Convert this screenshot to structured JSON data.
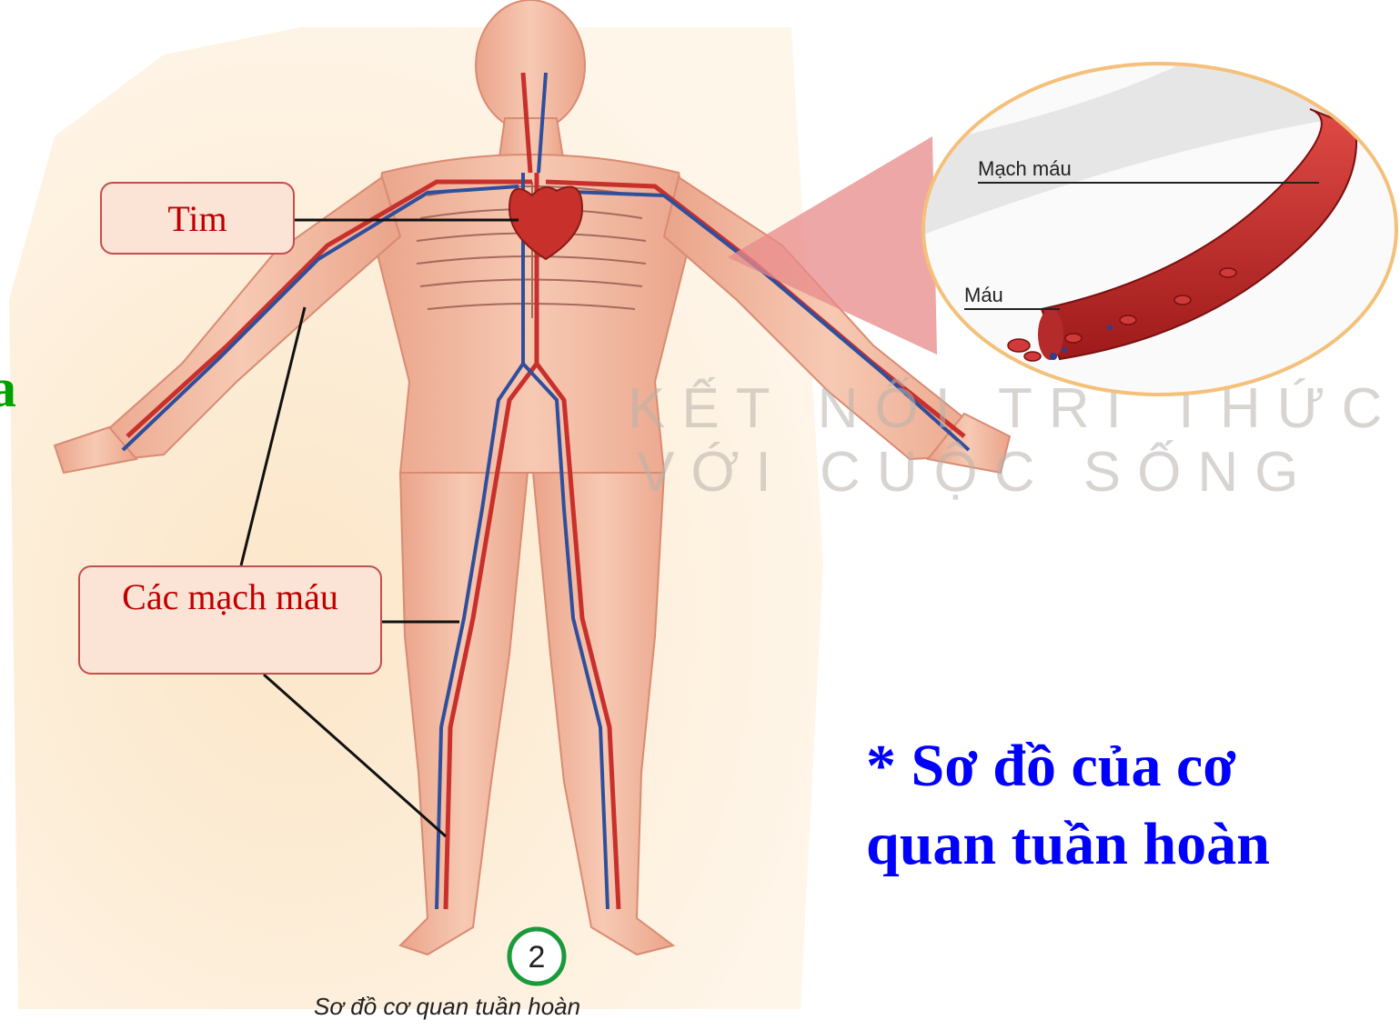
{
  "slide": {
    "heading": "* Sơ đồ của cơ quan tuần hoàn",
    "left_fragment": "a"
  },
  "callouts": {
    "heart": "Tim",
    "vessels": "Các mạch máu"
  },
  "figure": {
    "number": "2",
    "caption": "Sơ đồ cơ quan tuần hoàn",
    "watermark_line1": "KẾT NỐI TRI THỨC",
    "watermark_line2": "VỚI CUỘC SỐNG"
  },
  "inset": {
    "label_vessel": "Mạch máu",
    "label_blood": "Máu"
  },
  "colors": {
    "callout_fill": "#fbe3d6",
    "callout_border": "#c0504d",
    "callout_text": "#c00000",
    "heading": "#0000ff",
    "artery": "#c8302c",
    "vein": "#2f4f9c",
    "skin": "#f2b49c"
  }
}
